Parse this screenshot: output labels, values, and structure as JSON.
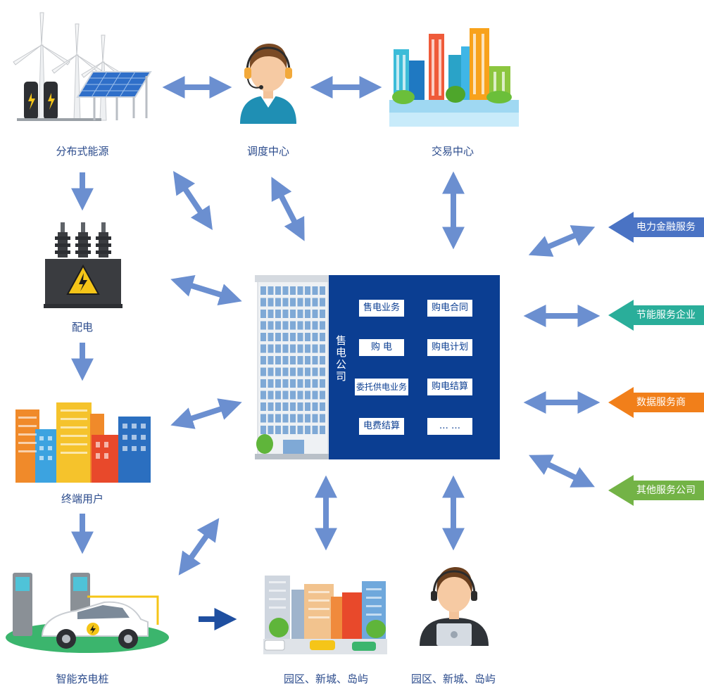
{
  "nodes": {
    "distributed_energy": "分布式能源",
    "dispatch_center": "调度中心",
    "trading_center": "交易中心",
    "distribution": "配电",
    "end_users": "终端用户",
    "charging_pile": "智能充电桩",
    "park_area_1": "园区、新城、岛屿",
    "park_area_2": "园区、新城、岛屿"
  },
  "company": {
    "name": "售电公司",
    "businesses": [
      "售电业务",
      "购电合同",
      "购 电",
      "购电计划",
      "委托供电业务",
      "购电结算",
      "电费结算",
      "… …"
    ]
  },
  "services": [
    {
      "label": "电力金融服务",
      "color": "#4a73c4"
    },
    {
      "label": "节能服务企业",
      "color": "#2aae9a"
    },
    {
      "label": "数据服务商",
      "color": "#f17f1a"
    },
    {
      "label": "其他服务公司",
      "color": "#73b346"
    }
  ],
  "colors": {
    "arrow": "#6b8fd0",
    "company_panel": "#0b3e92",
    "label_text": "#2b4b8c",
    "dark_arrow": "#1f4fa0"
  }
}
